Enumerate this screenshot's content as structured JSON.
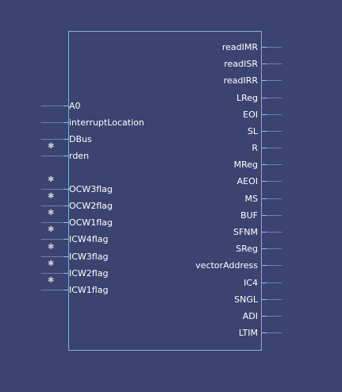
{
  "inputs": [
    {
      "label": "A0",
      "inverted": false
    },
    {
      "label": "interruptLocation",
      "inverted": false
    },
    {
      "label": "DBus",
      "inverted": false
    },
    {
      "label": "rden",
      "inverted": true
    },
    {
      "label": "OCW3flag",
      "inverted": true
    },
    {
      "label": "OCW2flag",
      "inverted": true
    },
    {
      "label": "OCW1flag",
      "inverted": true
    },
    {
      "label": "ICW4flag",
      "inverted": true
    },
    {
      "label": "ICW3flag",
      "inverted": true
    },
    {
      "label": "ICW2flag",
      "inverted": true
    },
    {
      "label": "ICW1flag",
      "inverted": true
    }
  ],
  "outputs": [
    {
      "label": "readIMR"
    },
    {
      "label": "readISR"
    },
    {
      "label": "readIRR"
    },
    {
      "label": "LReg"
    },
    {
      "label": "EOI"
    },
    {
      "label": "SL"
    },
    {
      "label": "R"
    },
    {
      "label": "MReg"
    },
    {
      "label": "AEOI"
    },
    {
      "label": "MS"
    },
    {
      "label": "BUF"
    },
    {
      "label": "SFNM"
    },
    {
      "label": "SReg"
    },
    {
      "label": "vectorAddress"
    },
    {
      "label": "IC4"
    },
    {
      "label": "SNGL"
    },
    {
      "label": "ADI"
    },
    {
      "label": "LTIM"
    }
  ],
  "colors": {
    "background": "#3b4371",
    "block_border": "#7fb2d8",
    "wire": "#8fc0ee",
    "text": "#ffffff"
  }
}
